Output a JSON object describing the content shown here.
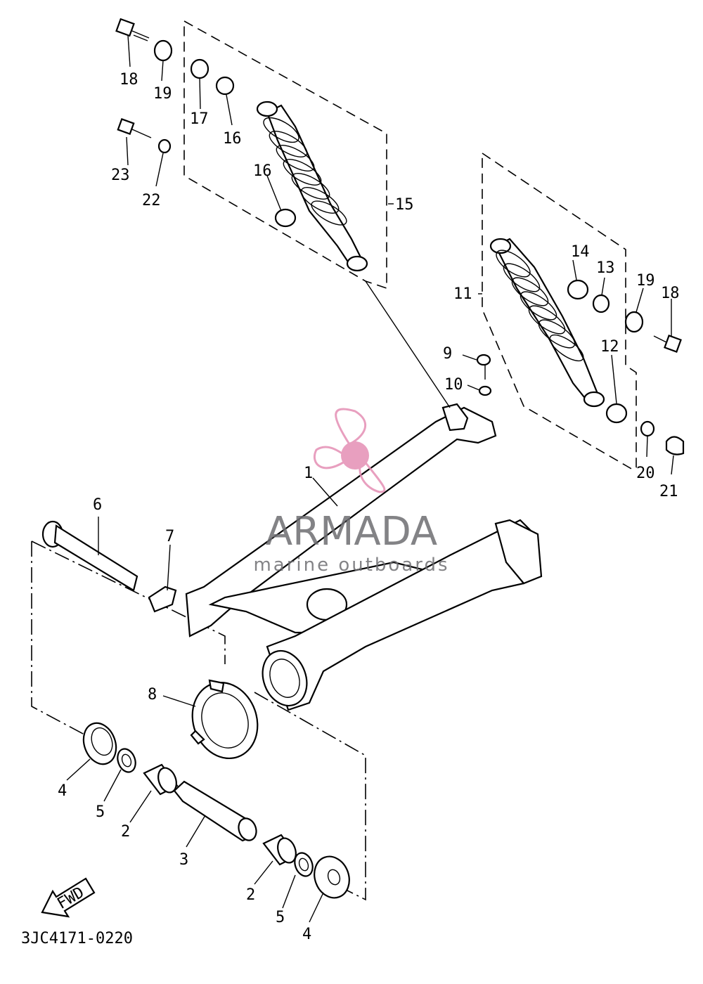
{
  "watermark": {
    "brand": "ARMADA",
    "tagline": "marine outboards",
    "brand_color": "#6e6e72",
    "accent_color": "#e58fb4"
  },
  "drawing_code": "3JC4171-0220",
  "direction_label": "FWD",
  "labels": [
    "1",
    "2",
    "2",
    "3",
    "4",
    "4",
    "5",
    "5",
    "6",
    "7",
    "8",
    "9",
    "10",
    "11",
    "12",
    "13",
    "14",
    "15",
    "16",
    "16",
    "17",
    "18",
    "18",
    "19",
    "19",
    "20",
    "21",
    "22",
    "23"
  ]
}
